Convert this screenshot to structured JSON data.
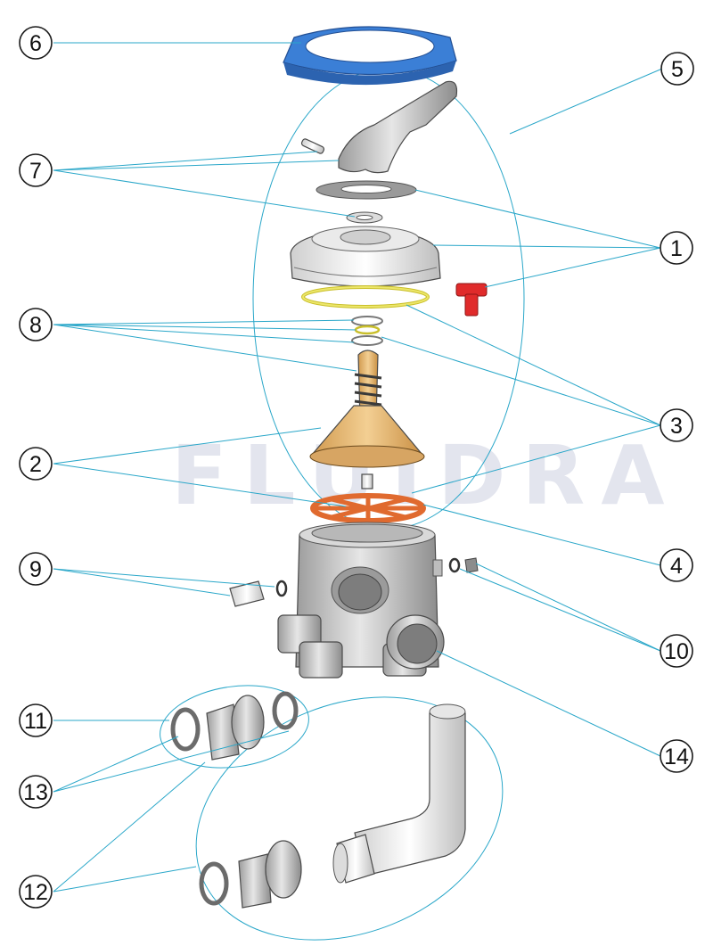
{
  "watermark": "FLUIDRA",
  "callouts": [
    {
      "id": "c1",
      "label": "1"
    },
    {
      "id": "c2",
      "label": "2"
    },
    {
      "id": "c3",
      "label": "3"
    },
    {
      "id": "c4",
      "label": "4"
    },
    {
      "id": "c5",
      "label": "5"
    },
    {
      "id": "c6",
      "label": "6"
    },
    {
      "id": "c7",
      "label": "7"
    },
    {
      "id": "c8",
      "label": "8"
    },
    {
      "id": "c9",
      "label": "9"
    },
    {
      "id": "c10",
      "label": "10"
    },
    {
      "id": "c11",
      "label": "11"
    },
    {
      "id": "c12",
      "label": "12"
    },
    {
      "id": "c13",
      "label": "13"
    },
    {
      "id": "c14",
      "label": "14"
    }
  ],
  "colors": {
    "leader": "#2aa7c9",
    "cover_ring": "#3b7fd6",
    "handle": "#9a9a9a",
    "diffuser": "#e2b56f",
    "gasket_star": "#e06a2f",
    "plug_red": "#e02b2b",
    "oring_yellow": "#e3dc3c",
    "body_grey": "#c8c8c8",
    "pipe_white": "#f2f2f2"
  }
}
